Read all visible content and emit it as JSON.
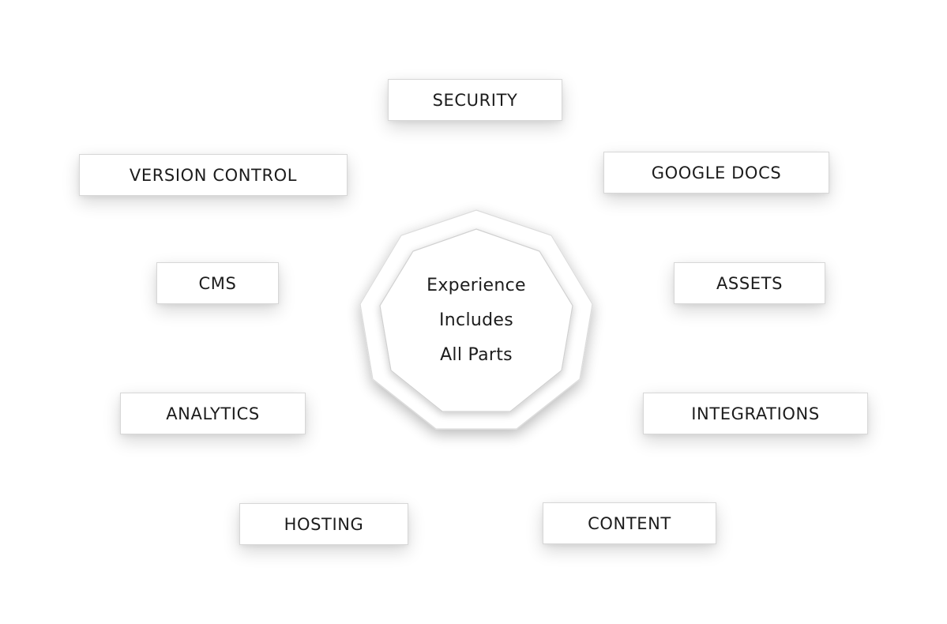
{
  "diagram": {
    "center": {
      "lines": [
        "Experience",
        "Includes",
        "All Parts"
      ]
    },
    "items": {
      "security": "SECURITY",
      "version_control": "VERSION CONTROL",
      "google_docs": "GOOGLE DOCS",
      "cms": "CMS",
      "assets": "ASSETS",
      "analytics": "ANALYTICS",
      "integrations": "INTEGRATIONS",
      "hosting": "HOSTING",
      "content": "CONTENT"
    },
    "colors": {
      "background": "#ffffff",
      "border": "#d7d7d7",
      "text": "#1c1c1c"
    }
  }
}
